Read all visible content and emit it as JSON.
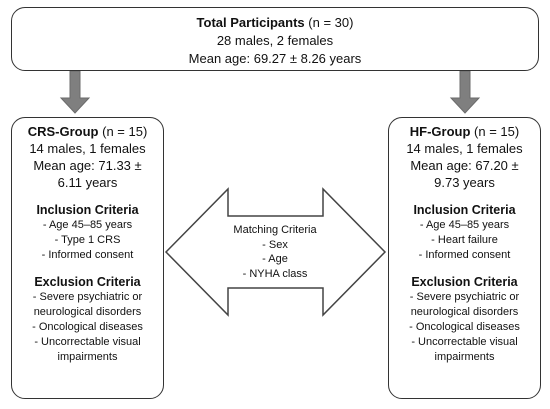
{
  "top": {
    "title": "Total Participants",
    "count": "(n = 30)",
    "sex": "28 males, 2 females",
    "age": "Mean age: 69.27 ± 8.26 years"
  },
  "left": {
    "title": "CRS-Group",
    "count": "(n = 15)",
    "sex": "14 males, 1 females",
    "age_line1": "Mean age: 71.33 ±",
    "age_line2": "6.11 years",
    "inclusion_title": "Inclusion Criteria",
    "inclusion": [
      "- Age 45–85 years",
      "- Type 1 CRS",
      "- Informed consent"
    ],
    "exclusion_title": "Exclusion Criteria",
    "exclusion": [
      "- Severe psychiatric or",
      "neurological disorders",
      "- Oncological diseases",
      "- Uncorrectable visual",
      "impairments"
    ]
  },
  "right": {
    "title": "HF-Group",
    "count": "(n = 15)",
    "sex": "14 males, 1 females",
    "age_line1": "Mean age: 67.20 ±",
    "age_line2": "9.73 years",
    "inclusion_title": "Inclusion Criteria",
    "inclusion": [
      "- Age 45–85 years",
      "- Heart failure",
      "- Informed consent"
    ],
    "exclusion_title": "Exclusion Criteria",
    "exclusion": [
      "- Severe psychiatric or",
      "neurological disorders",
      "- Oncological diseases",
      "- Uncorrectable visual",
      "impairments"
    ]
  },
  "matching": {
    "title": "Matching Criteria",
    "items": [
      "- Sex",
      "- Age",
      "- NYHA class"
    ]
  },
  "colors": {
    "down_arrow": "#7f7f7f",
    "border": "#333333"
  }
}
